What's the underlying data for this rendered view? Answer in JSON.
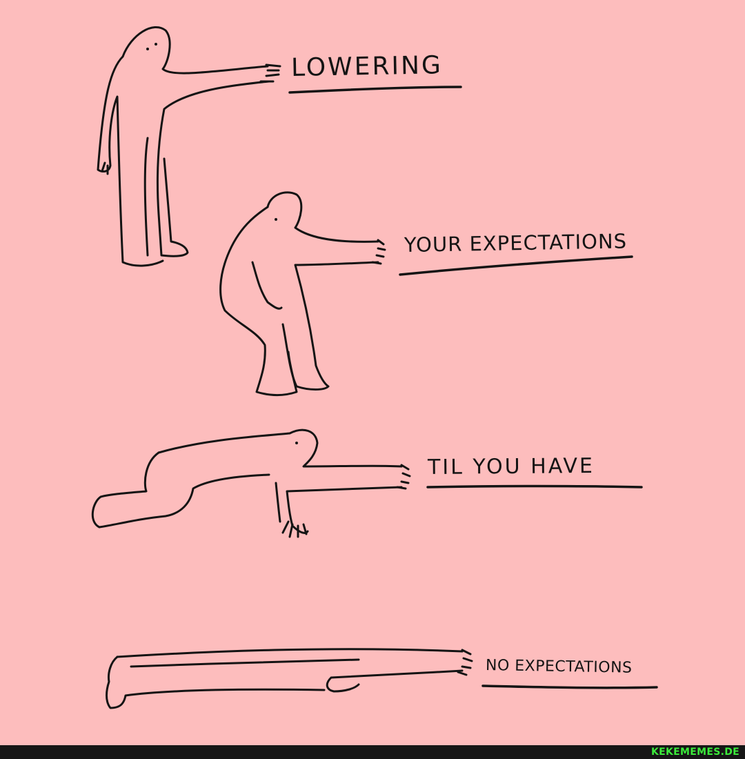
{
  "captions": {
    "panel_1": "LOWERING",
    "panel_2": "YOUR EXPECTATIONS",
    "panel_3": "TIL YOU HAVE",
    "panel_4": "NO EXPECTATIONS"
  },
  "watermark": "KEKEMEMES.DE",
  "colors": {
    "background": "#fdbdbd",
    "ink": "#141414",
    "watermark_bar": "#161616",
    "watermark_text": "#3bea3b"
  }
}
